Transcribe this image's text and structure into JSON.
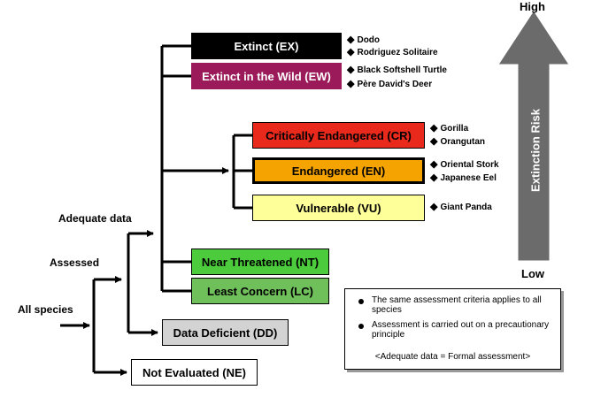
{
  "nodes": {
    "all_species": "All species",
    "assessed": "Assessed",
    "adequate_data": "Adequate data"
  },
  "categories": [
    {
      "id": "ex",
      "label": "Extinct (EX)",
      "bg": "#000000",
      "fg": "#ffffff",
      "examples": [
        "Dodo",
        "Rodriguez Solitaire"
      ]
    },
    {
      "id": "ew",
      "label": "Extinct in the Wild (EW)",
      "bg": "#9b1b5a",
      "fg": "#ffffff",
      "examples": [
        "Black Softshell Turtle",
        "Père David's Deer"
      ]
    },
    {
      "id": "cr",
      "label": "Critically Endangered (CR)",
      "bg": "#e8291c",
      "fg": "#000000",
      "examples": [
        "Gorilla",
        "Orangutan"
      ]
    },
    {
      "id": "en",
      "label": "Endangered (EN)",
      "bg": "#f5a300",
      "fg": "#000000",
      "examples": [
        "Oriental Stork",
        "Japanese Eel"
      ]
    },
    {
      "id": "vu",
      "label": "Vulnerable (VU)",
      "bg": "#ffff99",
      "fg": "#000000",
      "examples": [
        "Giant Panda"
      ]
    },
    {
      "id": "nt",
      "label": "Near Threatened (NT)",
      "bg": "#4ccc3c",
      "fg": "#000000",
      "examples": []
    },
    {
      "id": "lc",
      "label": "Least Concern (LC)",
      "bg": "#6fbf5a",
      "fg": "#000000",
      "examples": []
    },
    {
      "id": "dd",
      "label": "Data Deficient (DD)",
      "bg": "#d3d3d3",
      "fg": "#000000",
      "examples": []
    },
    {
      "id": "ne",
      "label": "Not Evaluated (NE)",
      "bg": "#ffffff",
      "fg": "#000000",
      "examples": []
    }
  ],
  "risk": {
    "high": "High",
    "low": "Low",
    "label": "Extinction Risk",
    "arrow_color": "#6b6b6b"
  },
  "legend": {
    "note1": "The same assessment criteria applies to all species",
    "note2": "Assessment is carried out on a precautionary principle",
    "footer": "<Adequate data = Formal assessment>"
  },
  "marker": "◆"
}
